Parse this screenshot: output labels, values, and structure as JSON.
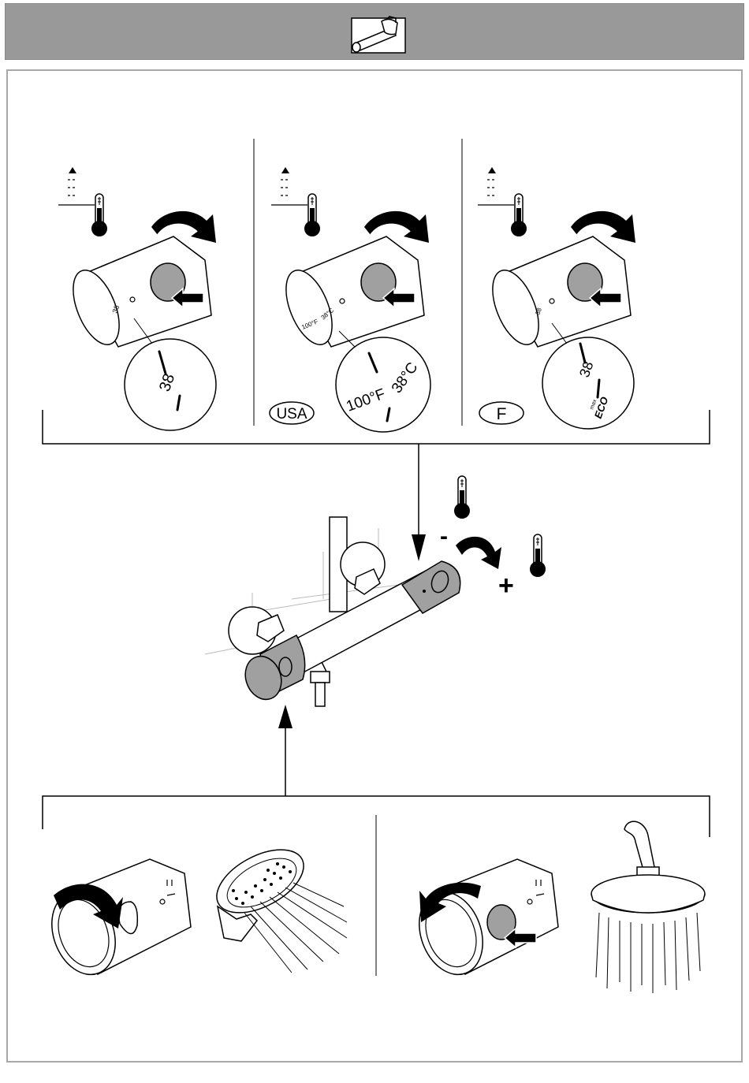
{
  "panels": [
    {
      "id": "standard",
      "dial_value": "38",
      "region_badge": ""
    },
    {
      "id": "usa",
      "dial_value": "38°C",
      "dial_value_f": "100°F",
      "region_badge": "USA"
    },
    {
      "id": "france",
      "dial_value": "38",
      "region_badge": "F",
      "eco_label": "ECO",
      "max_label": "max"
    }
  ],
  "labels": {
    "minus": "-",
    "plus": "+"
  },
  "colors": {
    "header_bg": "#999999",
    "frame_border": "#a8a8a8",
    "button_gray": "#a0a0a0",
    "ink": "#000000"
  },
  "icons": [
    "mixer-bar-icon",
    "thermometer-icon",
    "rotate-arrow-icon",
    "push-arrow-icon",
    "hand-shower-icon",
    "head-shower-icon"
  ]
}
